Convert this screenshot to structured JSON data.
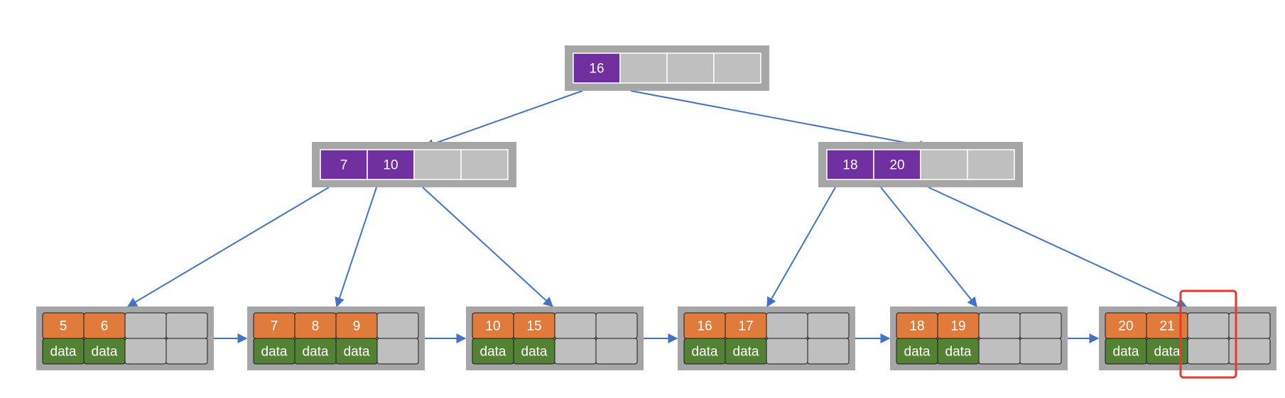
{
  "root": {
    "keys": [
      "16"
    ],
    "slots": 4
  },
  "internal": [
    {
      "keys": [
        "7",
        "10"
      ],
      "slots": 4
    },
    {
      "keys": [
        "18",
        "20"
      ],
      "slots": 4
    }
  ],
  "leaves": [
    {
      "keys": [
        "5",
        "6"
      ],
      "data": [
        "data",
        "data"
      ],
      "slots": 4
    },
    {
      "keys": [
        "7",
        "8",
        "9"
      ],
      "data": [
        "data",
        "data",
        "data"
      ],
      "slots": 4
    },
    {
      "keys": [
        "10",
        "15"
      ],
      "data": [
        "data",
        "data"
      ],
      "slots": 4
    },
    {
      "keys": [
        "16",
        "17"
      ],
      "data": [
        "data",
        "data"
      ],
      "slots": 4
    },
    {
      "keys": [
        "18",
        "19"
      ],
      "data": [
        "data",
        "data"
      ],
      "slots": 4
    },
    {
      "keys": [
        "20",
        "21"
      ],
      "data": [
        "data",
        "data"
      ],
      "slots": 4
    }
  ],
  "colors": {
    "internal_key": "#7030a0",
    "leaf_key": "#e07b3c",
    "leaf_data": "#548235",
    "empty": "#bfbfbf",
    "frame": "#a6a6a6",
    "edge": "#4472c4",
    "highlight": "#e8392b"
  }
}
